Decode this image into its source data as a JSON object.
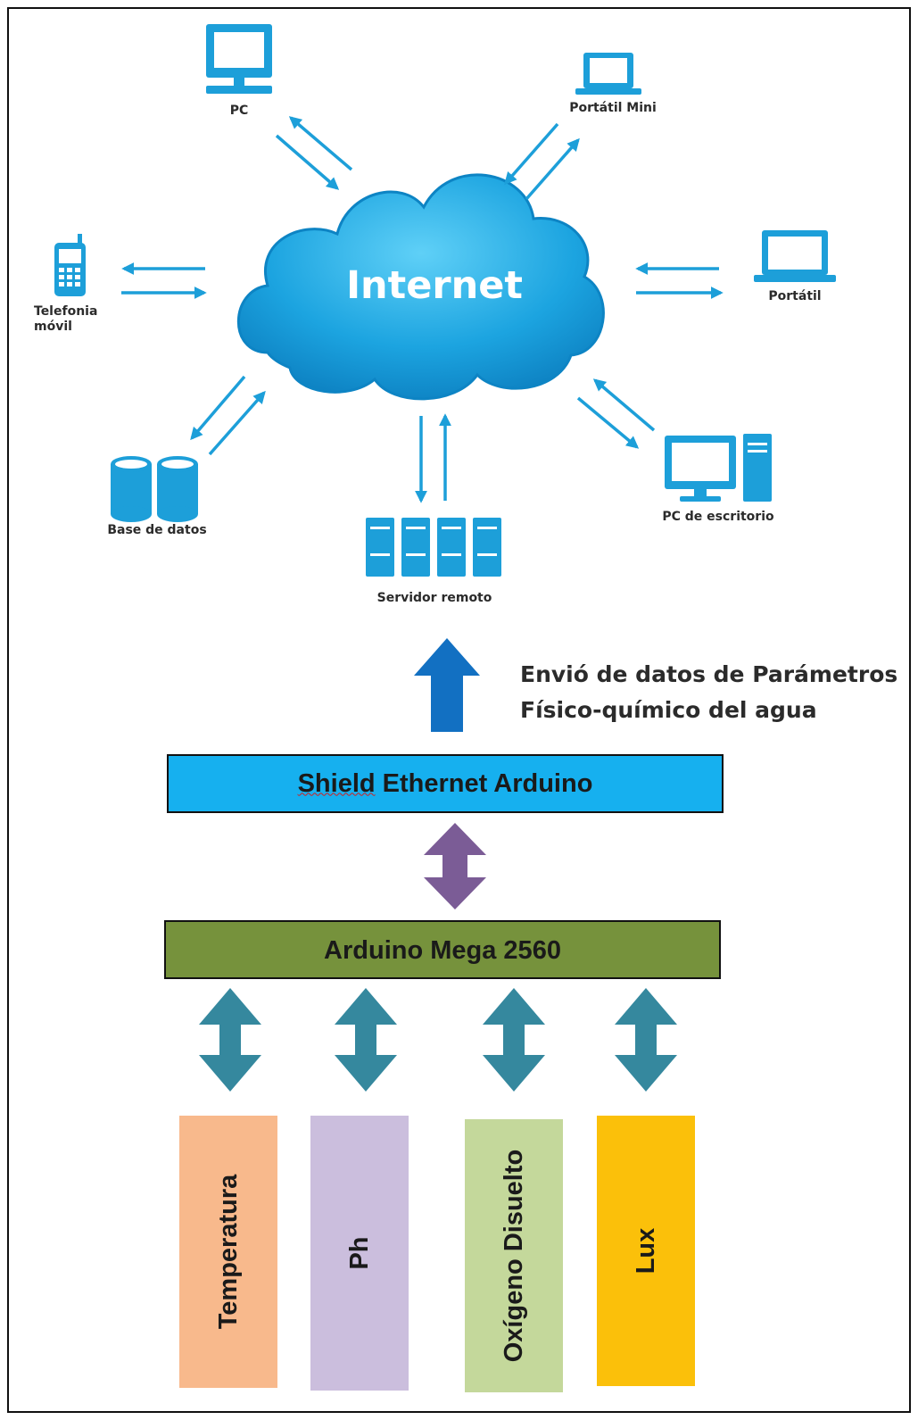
{
  "cloud": {
    "label": "Internet"
  },
  "devices": {
    "pc": "PC",
    "portatil_mini": "Portátil Mini",
    "telefonia": [
      "Telefonia",
      "móvil"
    ],
    "portatil": "Portátil",
    "base_datos": "Base de datos",
    "servidor": "Servidor remoto",
    "pc_escritorio": "PC de escritorio"
  },
  "upload_note": {
    "line1": "Envió de datos de Parámetros",
    "line2": "Físico-químico del agua"
  },
  "shield": {
    "word1": "Shield",
    "rest": " Ethernet Arduino"
  },
  "arduino": {
    "label": "Arduino Mega 2560"
  },
  "sensors": [
    {
      "label": "Temperatura",
      "color": "#f8b98c"
    },
    {
      "label": "Ph",
      "color": "#cbbedd"
    },
    {
      "label": "Oxígeno Disuelto",
      "color": "#c4d89b"
    },
    {
      "label": "Lux",
      "color": "#fbc00a"
    }
  ],
  "colors": {
    "device_blue": "#1d9fd9",
    "cloud_blue": "#1ca4e0",
    "upload_arrow": "#1270c2",
    "shield_fill": "#16b0ef",
    "arduino_fill": "#76923c",
    "link_arrow_purple": "#7b5c96",
    "sensor_arrow": "#35889e"
  }
}
